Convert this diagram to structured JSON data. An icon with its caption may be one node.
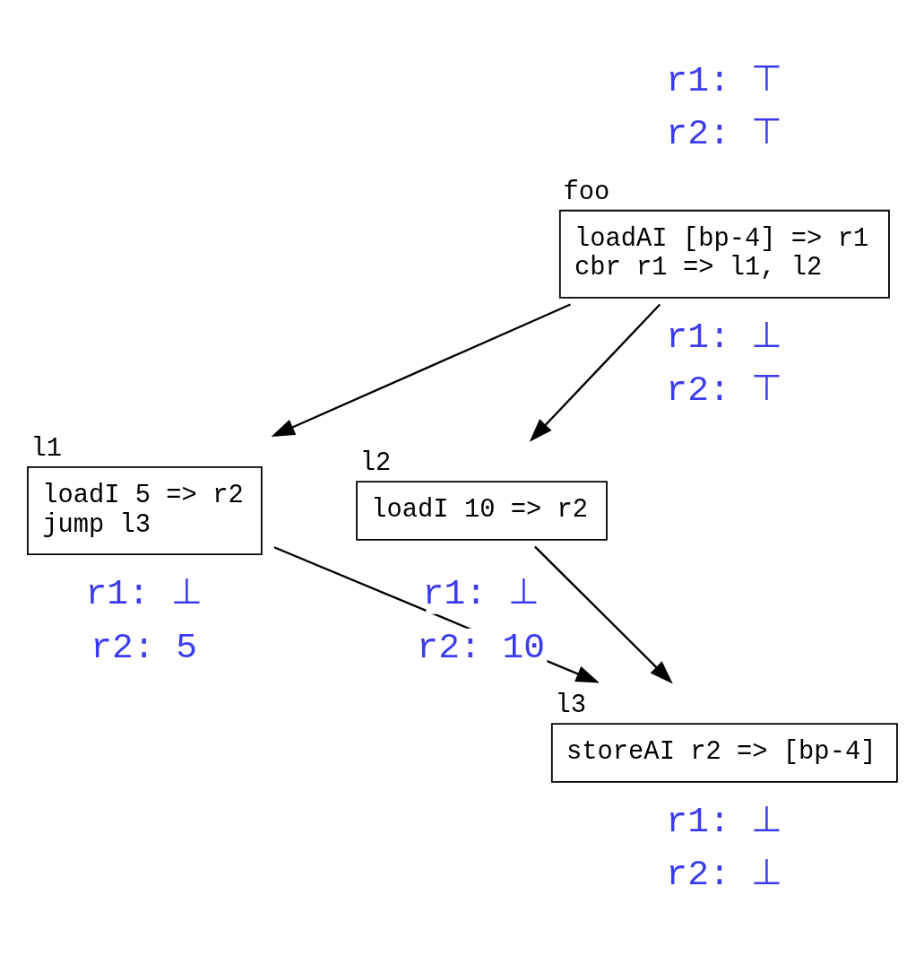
{
  "diagram": {
    "nodes": [
      {
        "text": [
          "foo",
          "loadAI [bp-4] => r1",
          "cbr r1 => l1, l2"
        ]
      },
      {
        "text": [
          "l1",
          "loadI 5 => r2",
          "jump l3"
        ]
      },
      {
        "text": [
          "l2",
          "loadI 10 => r2"
        ]
      },
      {
        "text": [
          "l3",
          "storeAI r2 => [bp-4]"
        ]
      }
    ],
    "edges": [
      {
        "from": 0,
        "to": 1,
        "arrow": "to"
      },
      {
        "from": 0,
        "to": 2,
        "arrow": "to"
      },
      {
        "from": 1,
        "to": 3,
        "arrow": "to"
      },
      {
        "from": 2,
        "to": 3,
        "arrow": "to"
      }
    ],
    "labels": [
      "r1: ⊤",
      "r2: ⊤",
      "r1: ⊥",
      "r2: ⊤",
      "r1: ⊥",
      "r2: 5",
      "r1: ⊥",
      "r2: 10",
      "r1: ⊥",
      "r2: ⊥"
    ]
  }
}
